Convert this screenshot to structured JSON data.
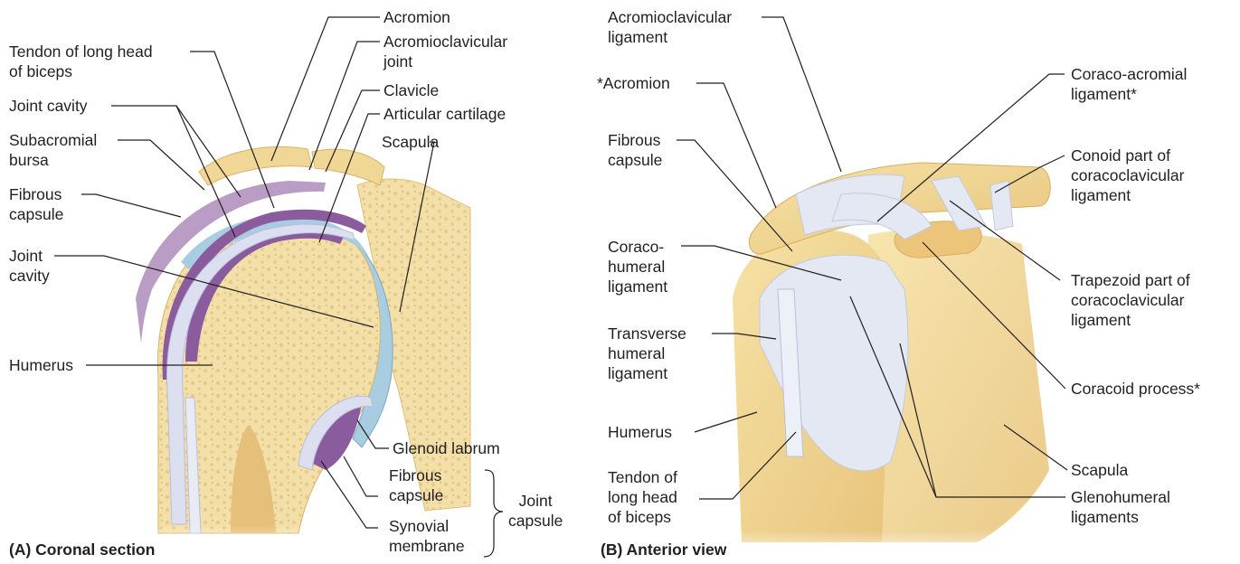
{
  "panel_a": {
    "caption": "(A) Coronal section",
    "labels": {
      "acromion": "Acromion",
      "acromioclavicular_joint": "Acromioclavicular\njoint",
      "clavicle": "Clavicle",
      "articular_cartilage": "Articular cartilage",
      "scapula": "Scapula",
      "tendon_long_head_biceps": "Tendon of long head\nof biceps",
      "joint_cavity_upper": "Joint cavity",
      "subacromial_bursa": "Subacromial\nbursa",
      "fibrous_capsule": "Fibrous\ncapsule",
      "joint_cavity_lower": "Joint\ncavity",
      "humerus": "Humerus",
      "glenoid_labrum": "Glenoid labrum",
      "fibrous_capsule_lower": "Fibrous\ncapsule",
      "synovial_membrane": "Synovial\nmembrane",
      "joint_capsule": "Joint\ncapsule"
    }
  },
  "panel_b": {
    "caption": "(B) Anterior view",
    "labels": {
      "acromioclavicular_ligament": "Acromioclavicular\nligament",
      "acromion": "*Acromion",
      "fibrous_capsule": "Fibrous\ncapsule",
      "coracohumeral_ligament": "Coraco-\nhumeral\nligament",
      "transverse_humeral_ligament": "Transverse\nhumeral\nligament",
      "humerus": "Humerus",
      "tendon_long_head_biceps": "Tendon of\nlong head\nof biceps",
      "coracoacromial_ligament": "Coraco-acromial\nligament*",
      "conoid_part": "Conoid part of\ncoracoclavicular\nligament",
      "trapezoid_part": "Trapezoid part of\ncoracoclavicular\nligament",
      "coracoid_process": "Coracoid process*",
      "scapula": "Scapula",
      "glenohumeral_ligaments": "Glenohumeral\nligaments"
    }
  },
  "colors": {
    "bone": "#f3dfa8",
    "bone_dark": "#e3bf72",
    "cartilage": "#a9cde0",
    "synovial": "#8a5c9e",
    "capsule": "#dcdff0",
    "ligament": "#e4e8f2",
    "leader": "#231f20"
  }
}
